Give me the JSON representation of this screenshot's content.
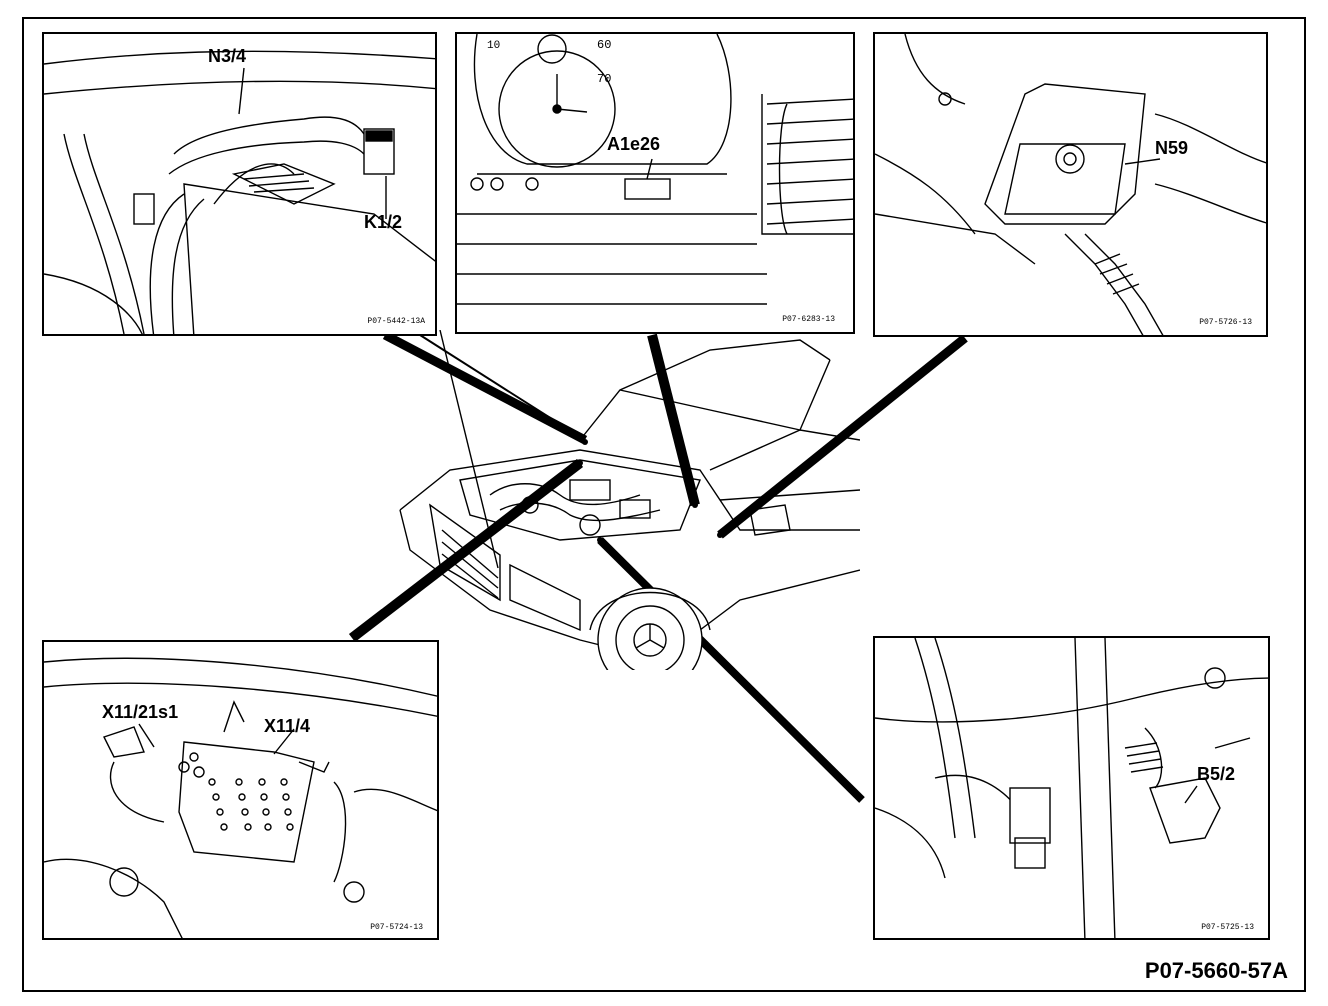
{
  "figure_id": "P07-5660-57A",
  "insets": {
    "top_left": {
      "labels": [
        "N3/4",
        "K1/2"
      ],
      "ref": "P07-5442-13A"
    },
    "top_center": {
      "labels": [
        "A1e26"
      ],
      "ref": "P07-6283-13",
      "gauge_numbers": [
        "10",
        "60",
        "70"
      ]
    },
    "top_right": {
      "labels": [
        "N59"
      ],
      "ref": "P07-5726-13"
    },
    "bottom_left": {
      "labels": [
        "X11/21s1",
        "X11/4"
      ],
      "ref": "P07-5724-13"
    },
    "bottom_right": {
      "labels": [
        "B5/2"
      ],
      "ref": "P07-5725-13"
    }
  }
}
